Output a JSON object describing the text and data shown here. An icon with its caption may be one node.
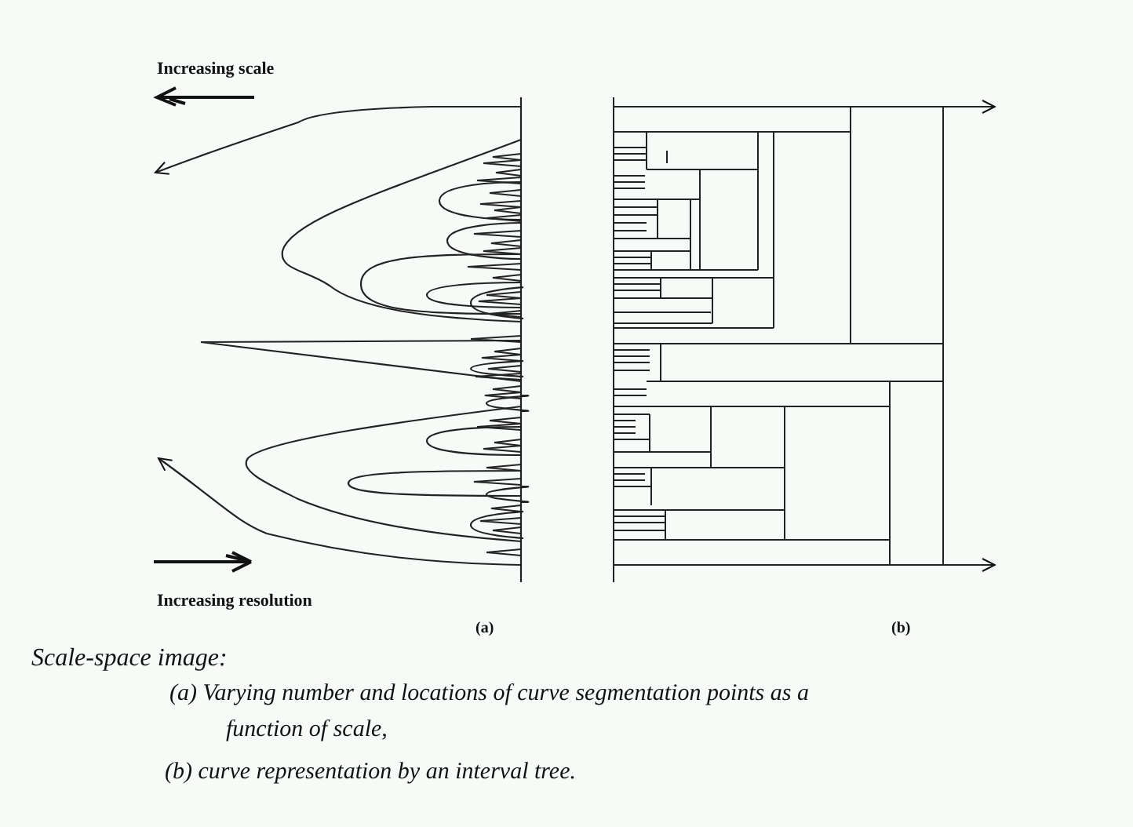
{
  "diagram": {
    "caption": "Scale-space image:",
    "labels": [
      "Increasing scale",
      "Increasing resolution",
      "(a)",
      "(b)",
      "(a) Varying number and locations of curve segmentation points as a function of scale,",
      "(b) curve representation by an interval tree."
    ]
  }
}
